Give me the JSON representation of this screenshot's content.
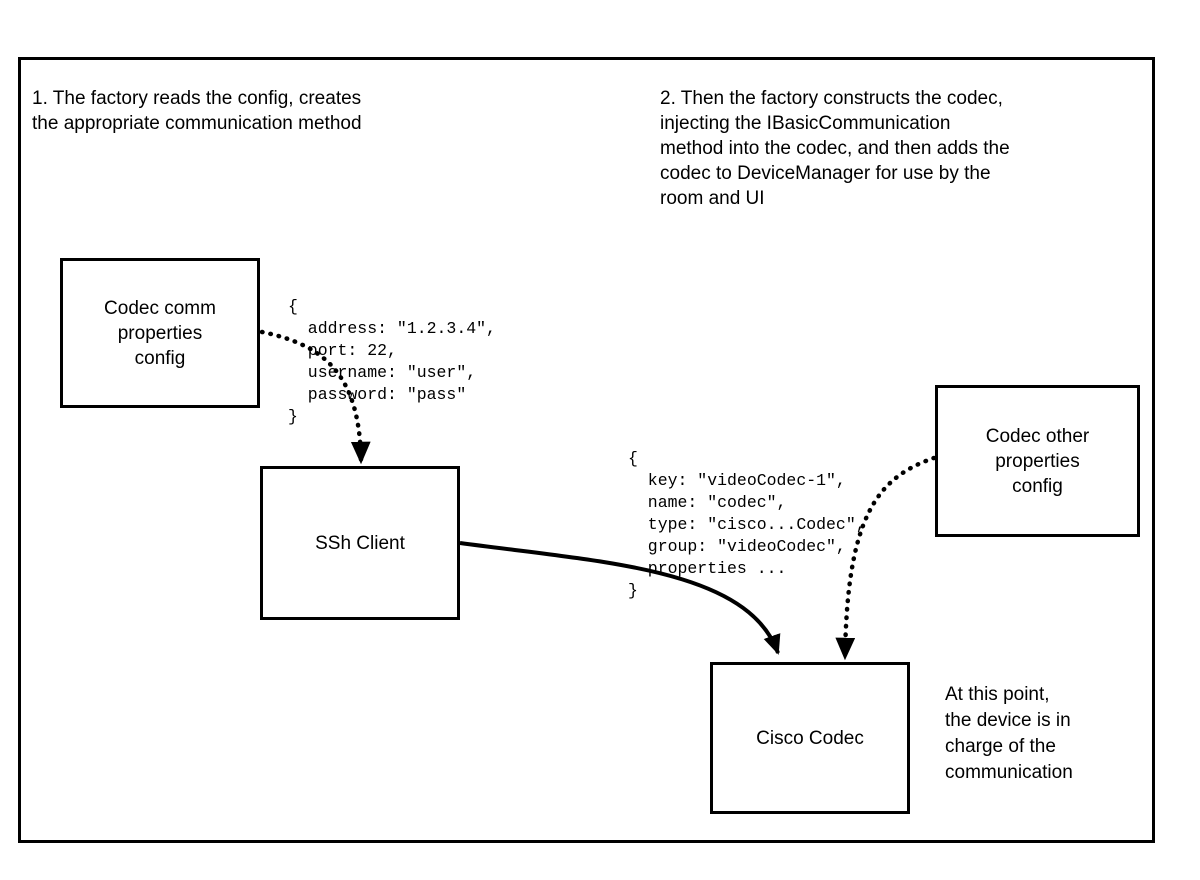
{
  "diagram": {
    "notes": {
      "step1": "1. The factory reads the config, creates\nthe appropriate communication method",
      "step2": "2. Then the factory constructs the codec,\ninjecting the IBasicCommunication\nmethod into the codec, and then adds the\ncodec to DeviceManager for use by the\nroom and UI",
      "endpoint": "At this point,\nthe device is in\ncharge of the\ncommunication"
    },
    "boxes": {
      "codec_comm_config": "Codec comm\nproperties\nconfig",
      "ssh_client": "SSh Client",
      "codec_other_config": "Codec other\nproperties\nconfig",
      "cisco_codec": "Cisco Codec"
    },
    "code_blocks": {
      "comm_properties": "{\n  address: \"1.2.3.4\",\n  port: 22,\n  username: \"user\",\n  password: \"pass\"\n}",
      "codec_properties": "{\n  key: \"videoCodec-1\",\n  name: \"codec\",\n  type: \"cisco...Codec\",\n  group: \"videoCodec\",\n  properties ...\n}"
    },
    "colors": {
      "ink": "#000000",
      "background": "#ffffff"
    }
  }
}
